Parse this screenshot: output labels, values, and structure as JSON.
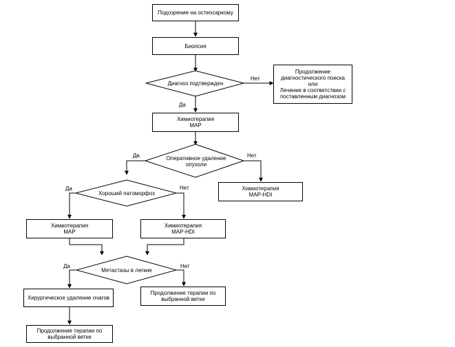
{
  "nodes": {
    "suspicion": "Подозрение на остеосаркому",
    "biopsy": "Биопсия",
    "diagnosis": "Диагноз подтвержден",
    "continue_search": "Продолжение\nдиагностического поиска\nили\nЛечение в соответствии с\nпоставленным диагнозом",
    "chemo_map_1": "Химиотерапия\nMAP",
    "surgery_question": "Оперативное удаление\nопухоли",
    "chemo_maphdi_right": "Химиотерапия\nMAP-HDI",
    "pathomorphosis": "Хороший патоморфоз",
    "chemo_map_2": "Химиотерапия\nMAP",
    "chemo_maphdi_2": "Химиотерапия\nMAP-HDI",
    "metastases": "Метастазы в легкие",
    "surgery_foci": "Хирургическое удаление очагов",
    "continue_therapy_right": "Продолжение терапии по\nвыбранной ветке",
    "continue_therapy_bottom": "Продолжение терапии по\nвыбранной ветке"
  },
  "edge_labels": {
    "diag_yes": "Да",
    "diag_no": "Нет",
    "surg_yes": "Да",
    "surg_no": "Нет",
    "path_yes": "Да",
    "path_no": "Нет",
    "meta_yes": "Да",
    "meta_no": "Нет"
  }
}
